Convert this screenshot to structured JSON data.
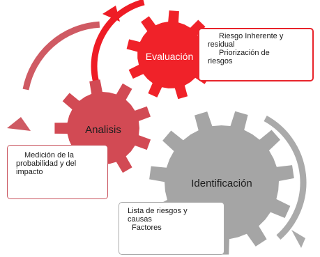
{
  "gears": {
    "evaluacion": {
      "label": "Evaluación",
      "color": "#f02229"
    },
    "analisis": {
      "label": "Analisis",
      "color": "#d24a54"
    },
    "identificacion": {
      "label": "Identificación",
      "color": "#a5a5a5"
    }
  },
  "notes": {
    "evaluacion": {
      "lines": [
        "Riesgo Inherente y",
        "residual",
        "Priorización de",
        "riesgos"
      ]
    },
    "analisis": {
      "lines": [
        "Medición de la",
        "probabilidad y del",
        "impacto"
      ]
    },
    "identificacion": {
      "lines": [
        "Lista de riesgos y",
        "causas",
        "Factores"
      ]
    }
  },
  "colors": {
    "evaluacion": "#f02229",
    "analisis": "#d24a54",
    "identificacion": "#a5a5a5",
    "arrow_red": "#ee1c25",
    "arrow_rose": "#cf5a63",
    "arrow_gray": "#aaaaaa"
  }
}
